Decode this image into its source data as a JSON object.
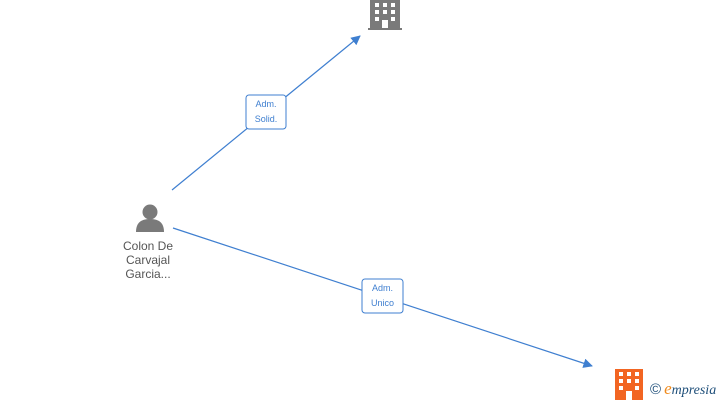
{
  "person": {
    "name_lines": [
      "Colon De",
      "Carvajal",
      "Garcia..."
    ],
    "icon": "person-icon"
  },
  "companies": [
    {
      "id": "company-top",
      "icon": "building-icon",
      "color": "#7a7a7a"
    },
    {
      "id": "company-bottom",
      "icon": "building-icon",
      "color": "#f26522"
    }
  ],
  "edges": [
    {
      "id": "edge-adm-solid",
      "from": "person",
      "to": "company-top",
      "label_lines": [
        "Adm.",
        "Solid."
      ]
    },
    {
      "id": "edge-adm-unico",
      "from": "person",
      "to": "company-bottom",
      "label_lines": [
        "Adm.",
        "Unico"
      ]
    }
  ],
  "colors": {
    "edge": "#3f7fd0",
    "node_gray": "#7a7a7a",
    "accent": "#f26522"
  },
  "brand": {
    "copyright": "©",
    "initial": "e",
    "rest": "mpresia"
  }
}
